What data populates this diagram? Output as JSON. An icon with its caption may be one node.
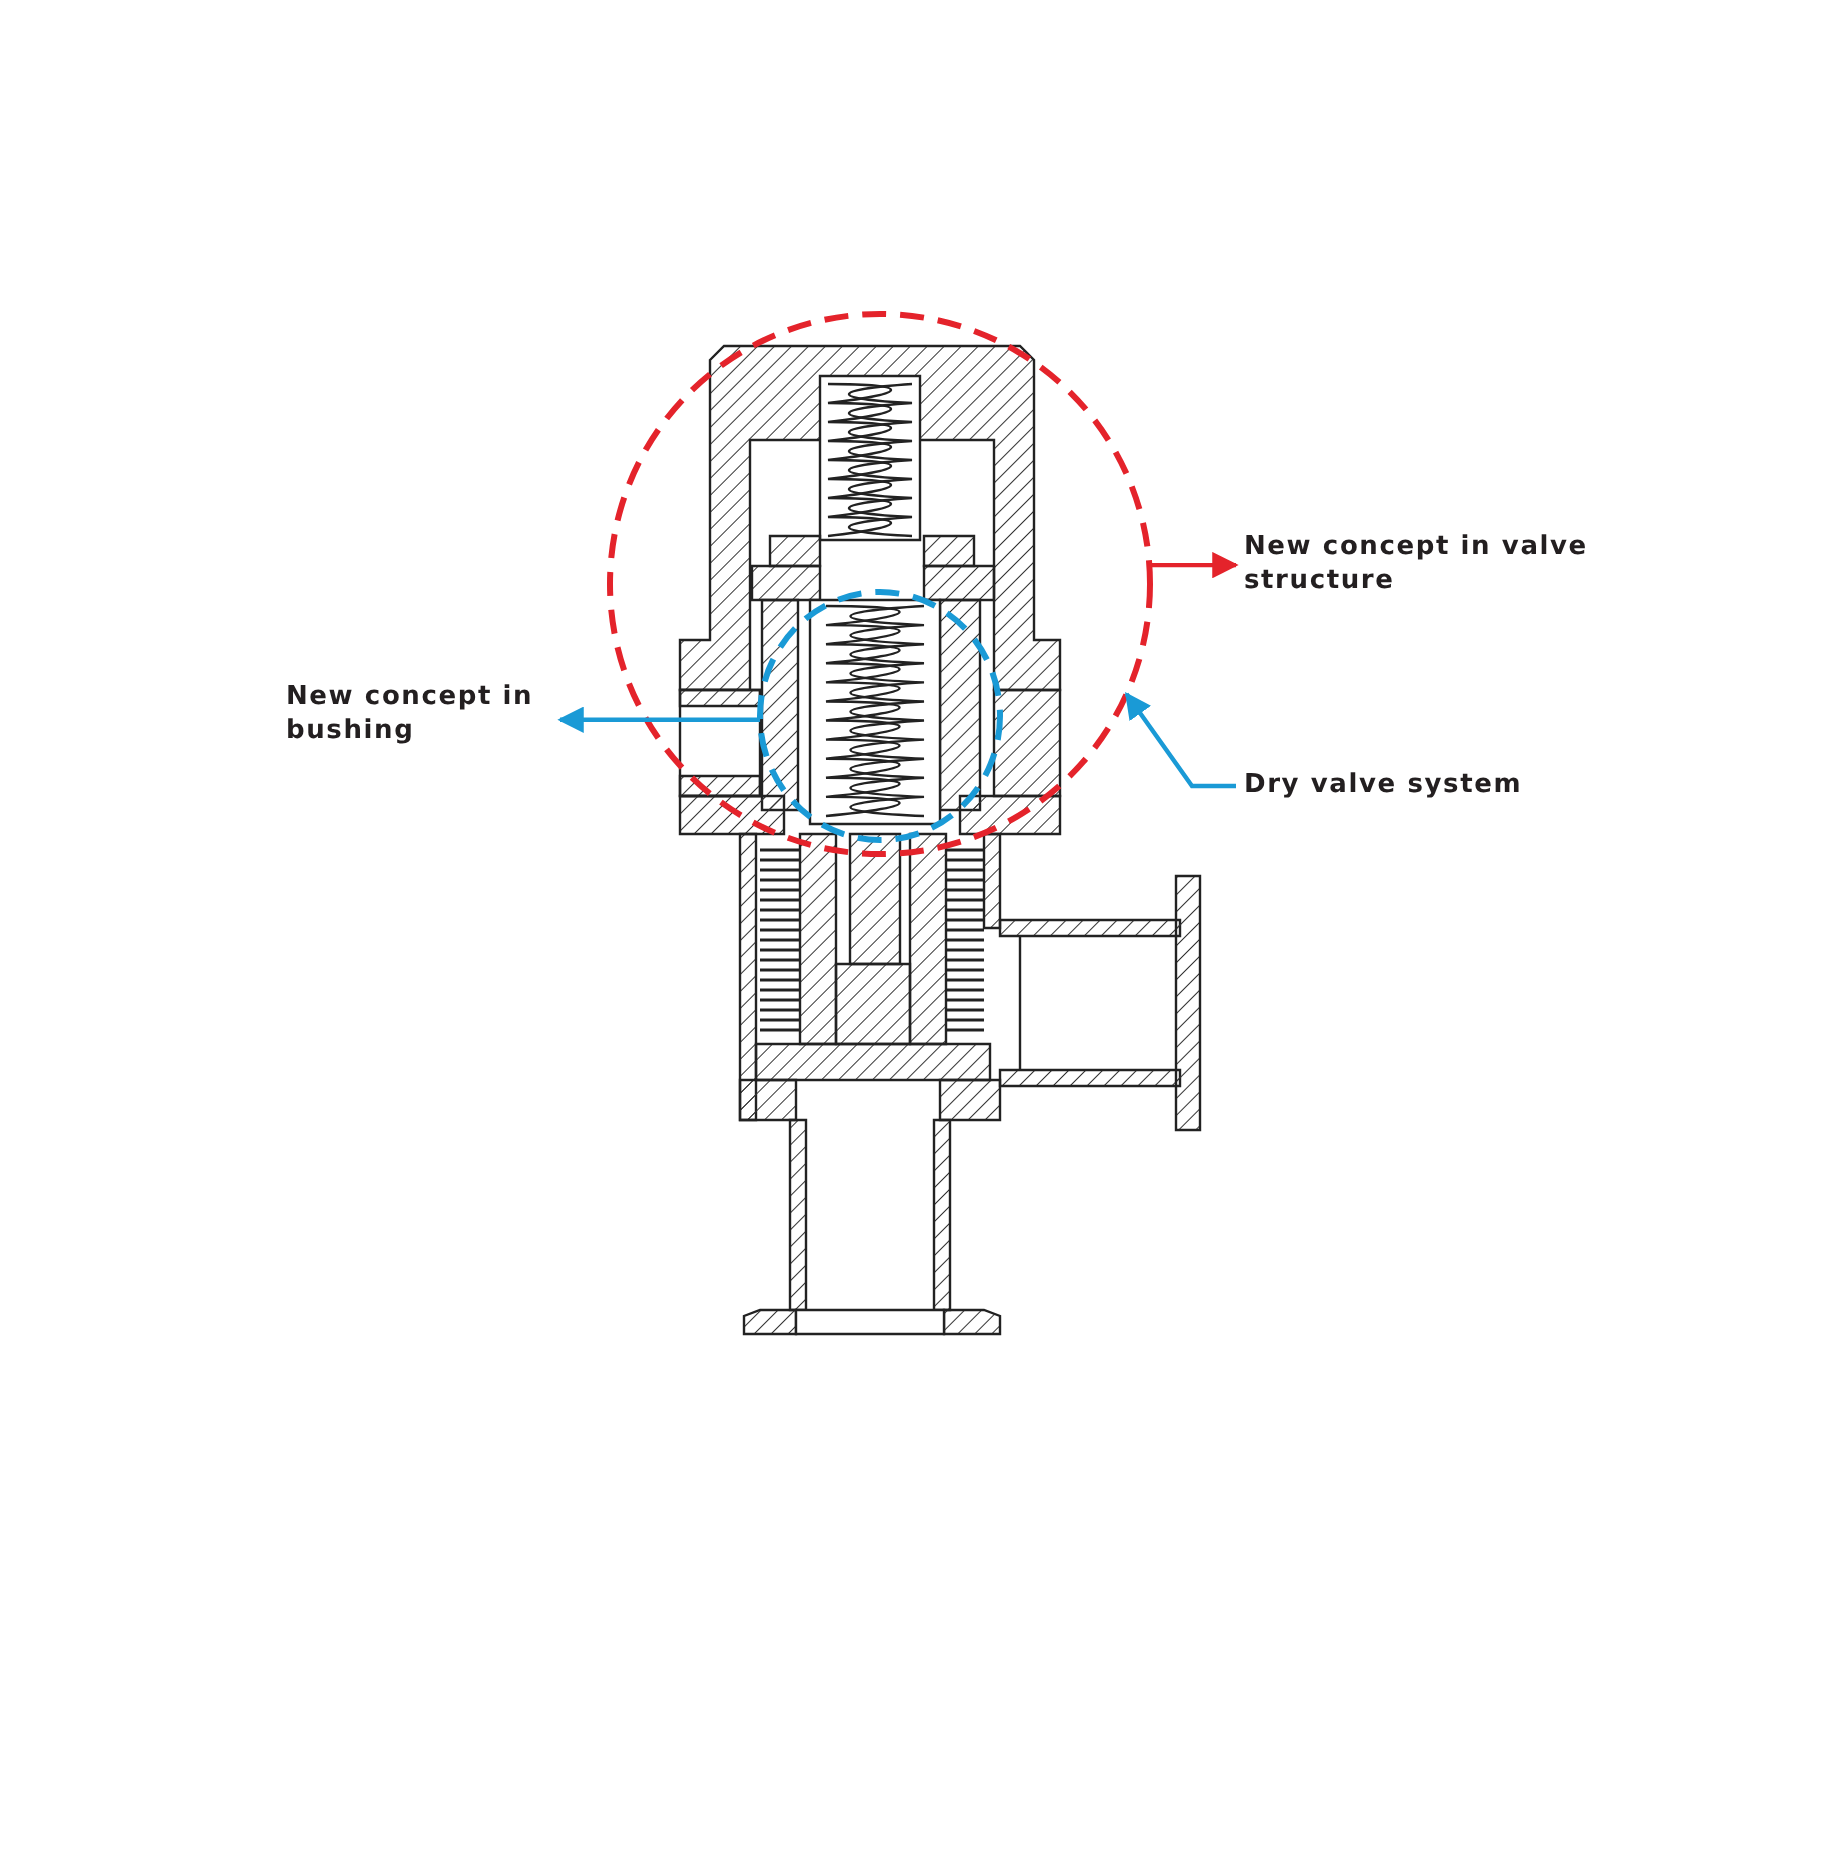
{
  "diagram": {
    "nodes": [
      {
        "text": [],
        "shape": "circle"
      },
      {
        "text": [],
        "shape": "circle",
        "in": 0
      },
      {
        "text": [
          "New concept in valve structure"
        ]
      },
      {
        "text": [
          "New concept in bushing"
        ]
      },
      {
        "text": [
          "Dry valve system"
        ]
      }
    ],
    "edges": [
      {
        "from": 0,
        "to": 2,
        "arrow": "to",
        "color": "#e4232b"
      },
      {
        "from": 1,
        "to": 3,
        "arrow": "to",
        "color": "#1a9ad6"
      },
      {
        "from": 4,
        "to": 0,
        "arrow": "to",
        "color": "#1a9ad6"
      }
    ]
  }
}
